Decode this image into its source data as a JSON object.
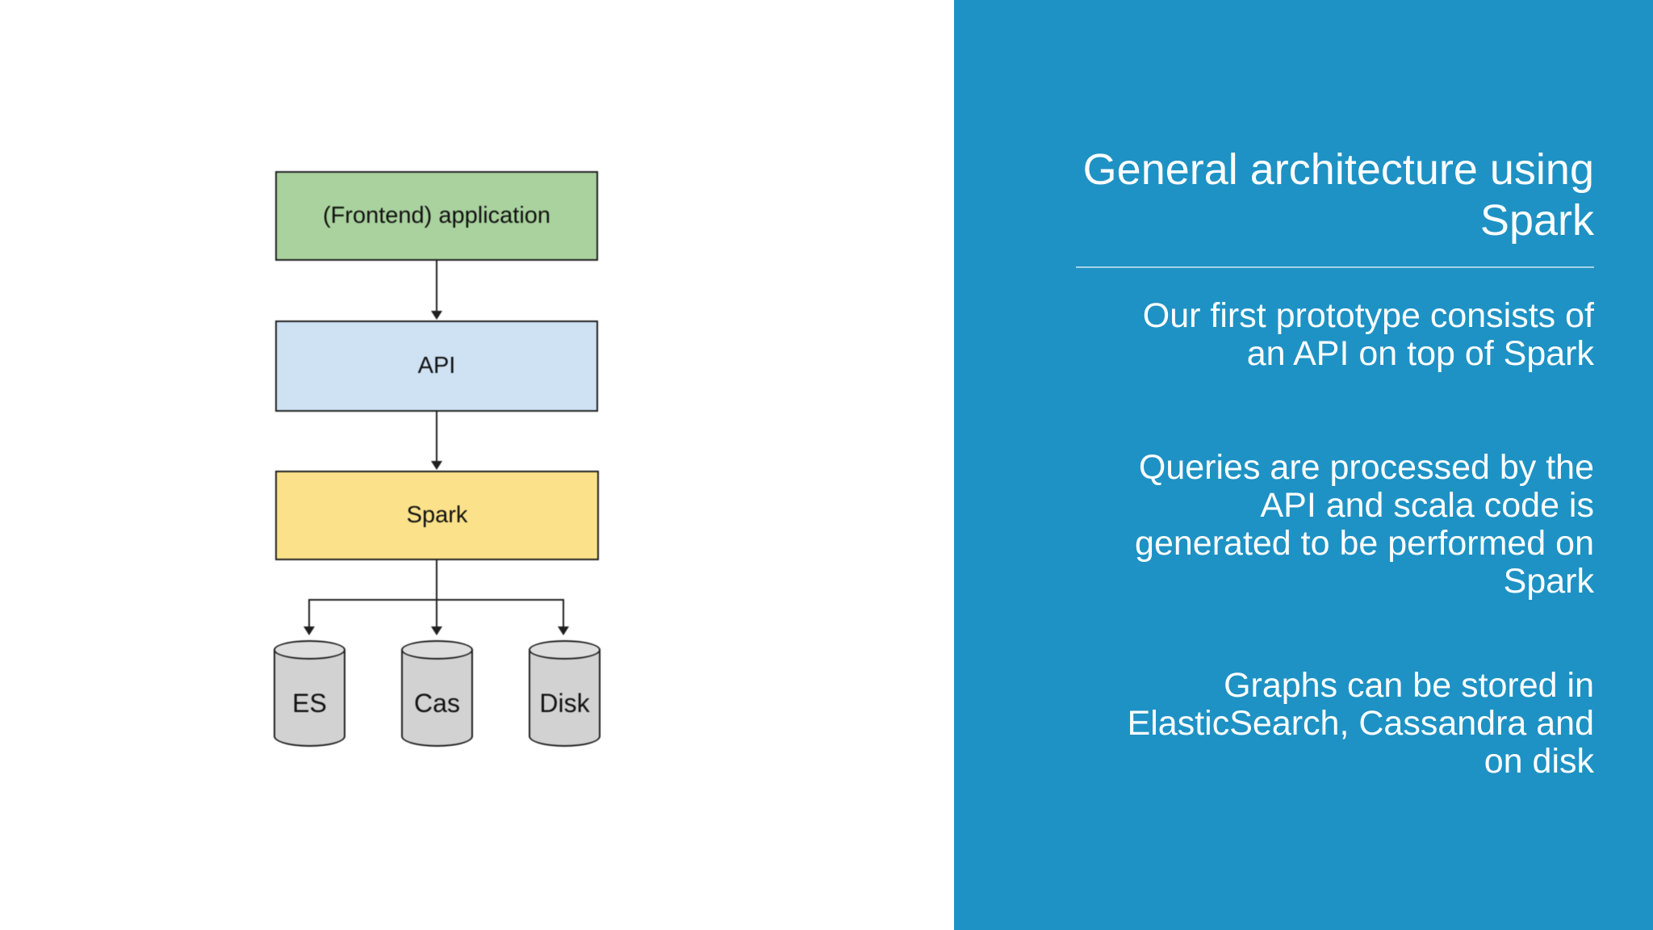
{
  "slide": {
    "type": "presentation-slide",
    "left_background": "#ffffff",
    "panel_background": "#1e92c4",
    "text_color": "#ffffff"
  },
  "panel": {
    "title": "General architecture using\nSpark",
    "paragraphs": [
      "Our first prototype consists of\nan API on top of Spark",
      "Queries are processed by the\nAPI and scala code is\ngenerated to be performed on\nSpark",
      "Graphs can be stored in\nElasticSearch, Cassandra and\non disk"
    ]
  },
  "diagram": {
    "description": "flowchart: frontend application -> API -> Spark -> three datastores",
    "stroke_color": "#1f1f1f",
    "nodes": [
      {
        "id": "frontend",
        "label": "(Frontend) application",
        "fill": "#a9d29e"
      },
      {
        "id": "api",
        "label": "API",
        "fill": "#cfe2f3"
      },
      {
        "id": "spark",
        "label": "Spark",
        "fill": "#fbe28a"
      }
    ],
    "datastores": [
      {
        "id": "es",
        "label": "ES"
      },
      {
        "id": "cas",
        "label": "Cas"
      },
      {
        "id": "disk",
        "label": "Disk"
      }
    ],
    "cylinder_fill": "#d2d2d2",
    "edges": [
      "frontend->api",
      "api->spark",
      "spark->es",
      "spark->cas",
      "spark->disk"
    ]
  }
}
